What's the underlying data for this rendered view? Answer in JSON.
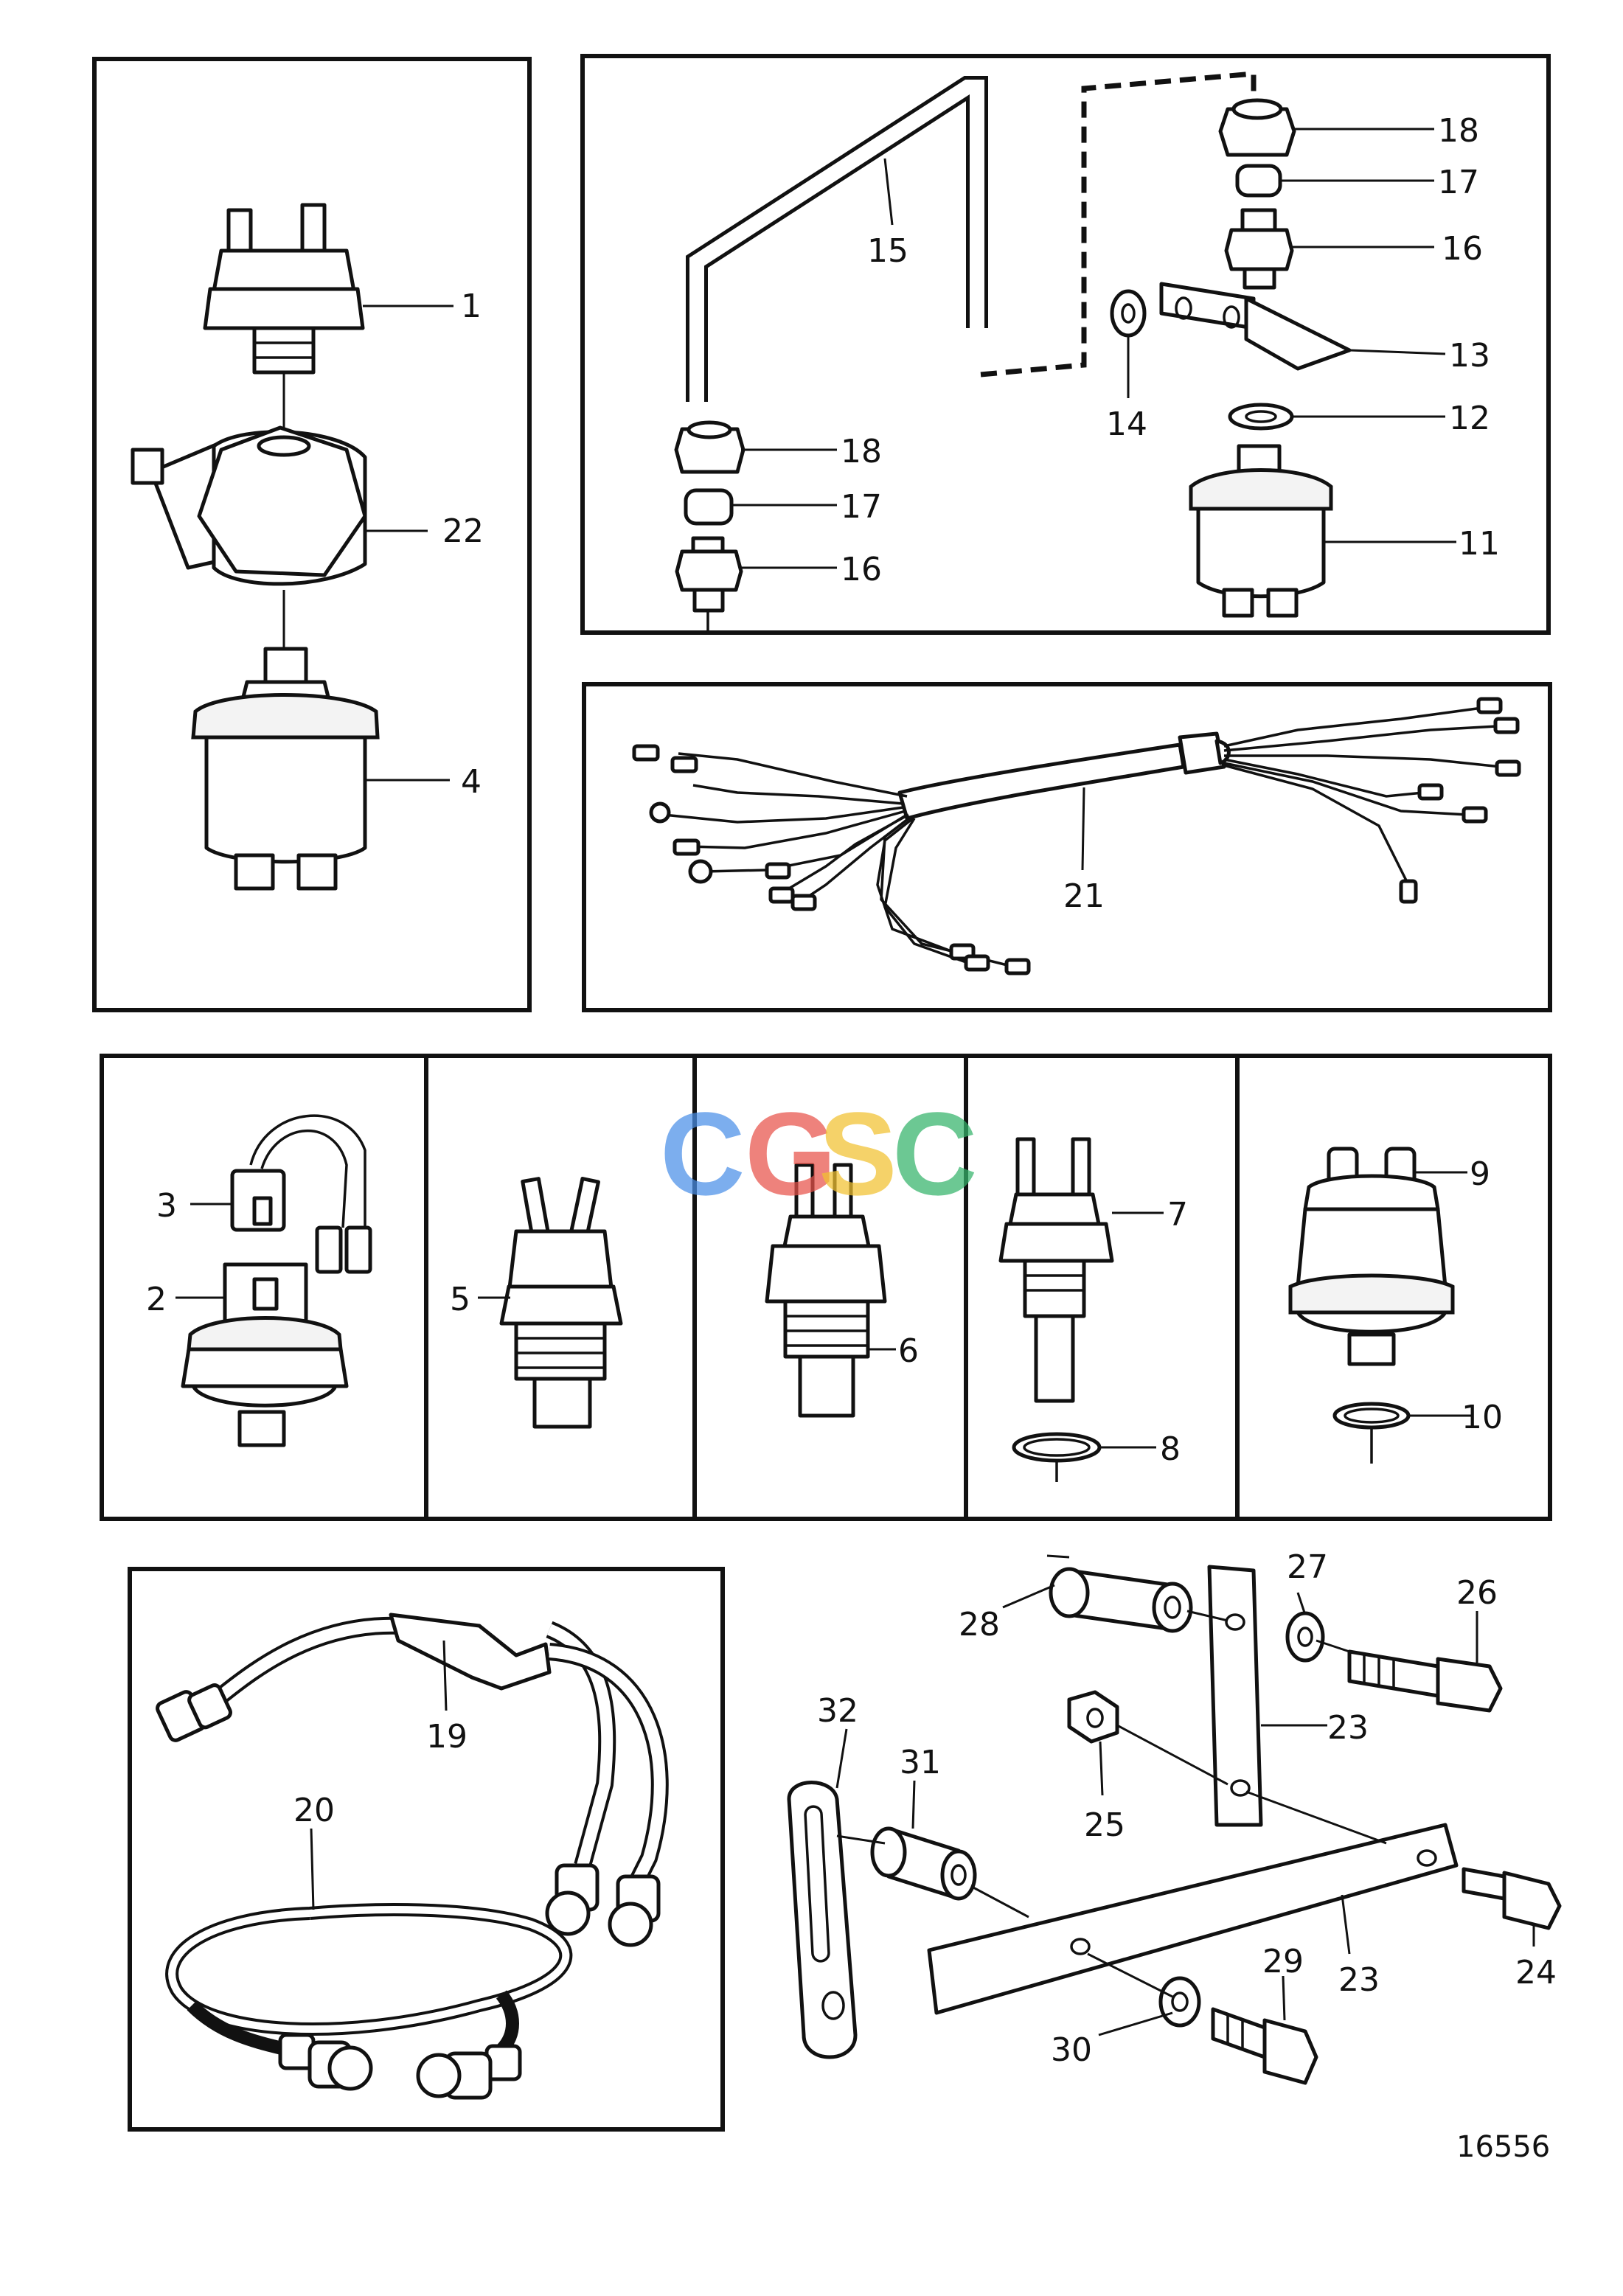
{
  "figure_number": "16556",
  "watermark": {
    "letters": [
      "C",
      "G",
      "S",
      "C"
    ],
    "colors": [
      "#4a8fe8",
      "#e8534a",
      "#f2c230",
      "#34b36a"
    ]
  },
  "callouts": {
    "1": "1",
    "2": "2",
    "3": "3",
    "4": "4",
    "5": "5",
    "6": "6",
    "7": "7",
    "8": "8",
    "9": "9",
    "10": "10",
    "11": "11",
    "12": "12",
    "13": "13",
    "14": "14",
    "15": "15",
    "16": "16",
    "17": "17",
    "18": "18",
    "19": "19",
    "20": "20",
    "21": "21",
    "22": "22",
    "23": "23",
    "24": "24",
    "25": "25",
    "26": "26",
    "27": "27",
    "28": "28",
    "29": "29",
    "30": "30",
    "31": "31",
    "32": "32"
  }
}
